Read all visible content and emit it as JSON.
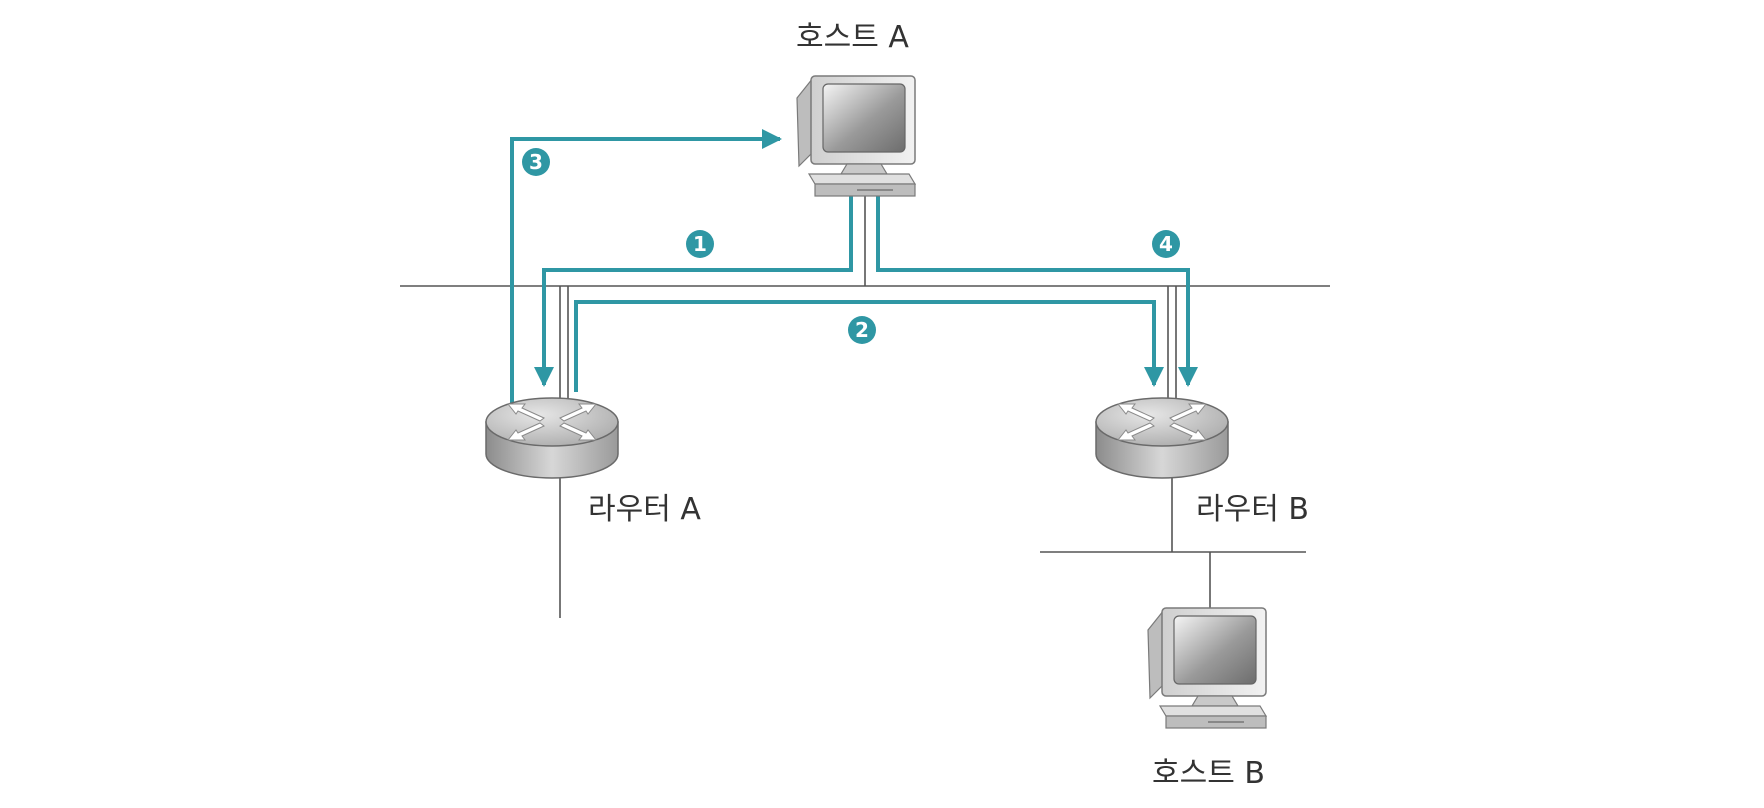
{
  "labels": {
    "host_a": "호스트 A",
    "host_b": "호스트 B",
    "router_a": "라우터 A",
    "router_b": "라우터 B"
  },
  "steps": [
    "1",
    "2",
    "3",
    "4"
  ],
  "colors": {
    "arrow": "#2f97a4",
    "line": "#555555",
    "step_badge": "#2f97a4"
  },
  "icons": {
    "host": "desktop-computer-icon",
    "router": "router-icon"
  }
}
